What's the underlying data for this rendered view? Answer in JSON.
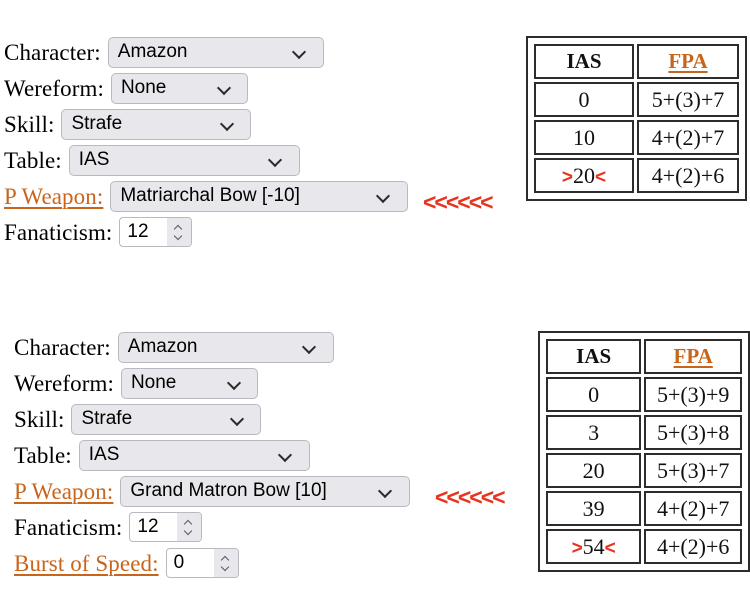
{
  "panels": [
    {
      "id": "panel-1",
      "rows": [
        {
          "label": "Character:",
          "control": "select",
          "value": "Amazon",
          "link": false
        },
        {
          "label": "Wereform:",
          "control": "select",
          "value": "None",
          "link": false
        },
        {
          "label": "Skill:",
          "control": "select",
          "value": "Strafe",
          "link": false
        },
        {
          "label": "Table:",
          "control": "select",
          "value": "IAS",
          "link": false
        },
        {
          "label": "P Weapon:",
          "control": "select",
          "value": "Matriarchal Bow [-10]",
          "link": true
        },
        {
          "label": "Fanaticism:",
          "control": "spinner",
          "value": "12",
          "link": false
        }
      ],
      "arrow_marker": "<<<<<<",
      "table": {
        "headers": [
          "IAS",
          "FPA"
        ],
        "rows": [
          {
            "ias": "0",
            "fpa": "5+(3)+7",
            "highlight": false
          },
          {
            "ias": "10",
            "fpa": "4+(2)+7",
            "highlight": false
          },
          {
            "ias": "20",
            "fpa": "4+(2)+6",
            "highlight": true
          }
        ],
        "mark_left": ">",
        "mark_right": "<"
      }
    },
    {
      "id": "panel-2",
      "rows": [
        {
          "label": "Character:",
          "control": "select",
          "value": "Amazon",
          "link": false
        },
        {
          "label": "Wereform:",
          "control": "select",
          "value": "None",
          "link": false
        },
        {
          "label": "Skill:",
          "control": "select",
          "value": "Strafe",
          "link": false
        },
        {
          "label": "Table:",
          "control": "select",
          "value": "IAS",
          "link": false
        },
        {
          "label": "P Weapon:",
          "control": "select",
          "value": "Grand Matron Bow [10]",
          "link": true
        },
        {
          "label": "Fanaticism:",
          "control": "spinner",
          "value": "12",
          "link": false
        },
        {
          "label": "Burst of Speed:",
          "control": "spinner",
          "value": "0",
          "link": true
        }
      ],
      "arrow_marker": "<<<<<<",
      "table": {
        "headers": [
          "IAS",
          "FPA"
        ],
        "rows": [
          {
            "ias": "0",
            "fpa": "5+(3)+9",
            "highlight": false
          },
          {
            "ias": "3",
            "fpa": "5+(3)+8",
            "highlight": false
          },
          {
            "ias": "20",
            "fpa": "5+(3)+7",
            "highlight": false
          },
          {
            "ias": "39",
            "fpa": "4+(2)+7",
            "highlight": false
          },
          {
            "ias": "54",
            "fpa": "4+(2)+6",
            "highlight": true
          }
        ],
        "mark_left": ">",
        "mark_right": "<"
      }
    }
  ],
  "colors": {
    "link": "#c8651b",
    "marker_red": "#e8331e",
    "table_border": "#2c2c2c",
    "select_bg": "#e7e7ec",
    "select_border": "#b9b9c2"
  },
  "icons": {
    "select_chevron": "chevron-down-icon",
    "spinner_up": "stepper-up-icon",
    "spinner_down": "stepper-down-icon"
  }
}
